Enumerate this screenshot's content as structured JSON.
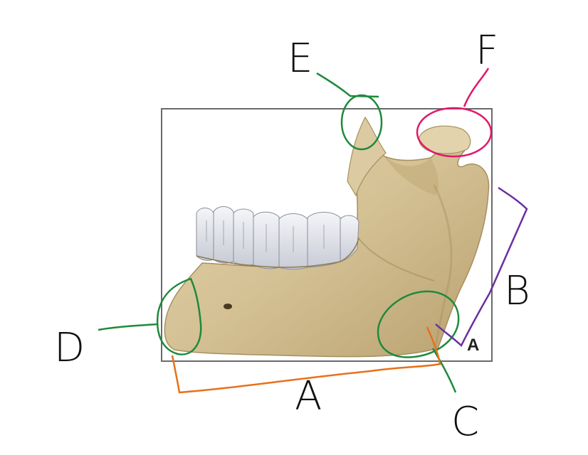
{
  "diagram": {
    "panel_label": "A",
    "labels": {
      "A": "A",
      "B": "B",
      "C": "C",
      "D": "D",
      "E": "E",
      "F": "F"
    },
    "colors": {
      "green": "#1e8a3c",
      "orange": "#e8701a",
      "purple": "#6a2fa0",
      "pink": "#e0186a",
      "bone": "#d8c7a0",
      "bone_shadow": "#b8a47a",
      "teeth": "#e6e8ee",
      "frame": "#6a6a6a"
    }
  }
}
